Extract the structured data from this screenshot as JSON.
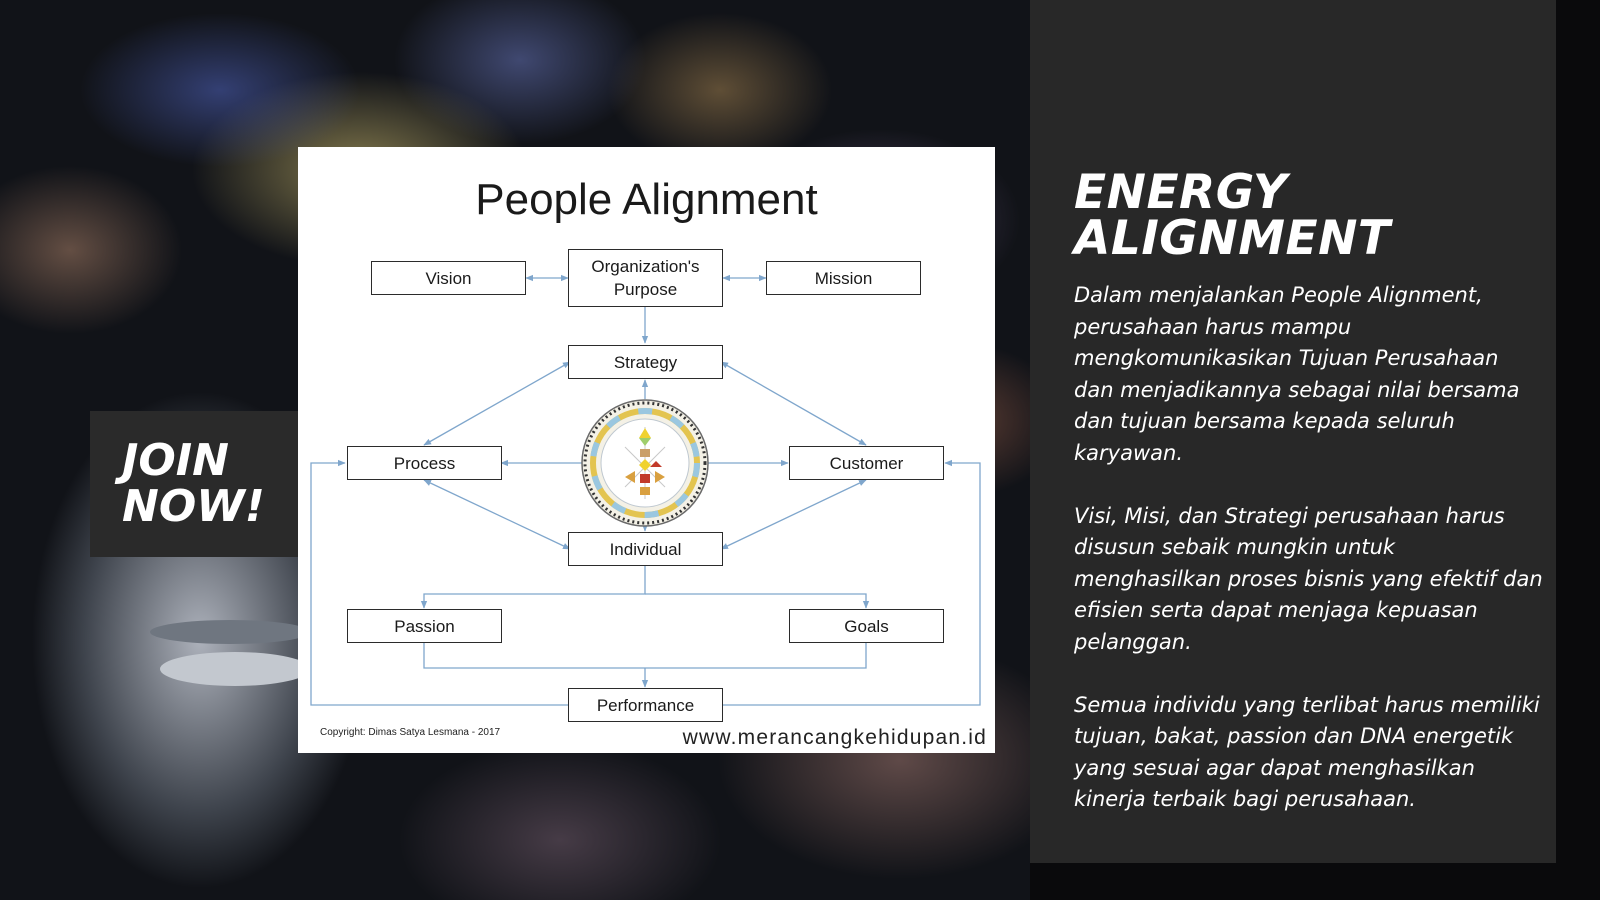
{
  "side_panel": {
    "title": "ENERGY\nALIGNMENT",
    "paragraphs": [
      "Dalam menjalankan People Alignment, perusahaan harus mampu mengkomunikasikan Tujuan Perusahaan dan menjadikannya sebagai nilai bersama dan tujuan bersama kepada seluruh karyawan.",
      "Visi, Misi, dan Strategi perusahaan harus disusun sebaik mungkin untuk menghasilkan proses bisnis yang efektif dan efisien serta dapat menjaga kepuasan pelanggan.",
      "Semua individu yang terlibat harus memiliki tujuan, bakat, passion dan DNA energetik yang sesuai agar dapat menghasilkan kinerja terbaik bagi perusahaan."
    ]
  },
  "cta": {
    "label": "JOIN\nNOW!"
  },
  "diagram": {
    "title": "People Alignment",
    "nodes": {
      "vision": "Vision",
      "purpose": "Organization's\nPurpose",
      "mission": "Mission",
      "strategy": "Strategy",
      "process": "Process",
      "customer": "Customer",
      "individual": "Individual",
      "passion": "Passion",
      "goals": "Goals",
      "performance": "Performance"
    },
    "edges": [
      [
        "purpose",
        "vision"
      ],
      [
        "purpose",
        "mission"
      ],
      [
        "purpose",
        "strategy"
      ],
      [
        "strategy",
        "process"
      ],
      [
        "strategy",
        "customer"
      ],
      [
        "process",
        "individual"
      ],
      [
        "customer",
        "individual"
      ],
      [
        "center",
        "process"
      ],
      [
        "center",
        "customer"
      ],
      [
        "center",
        "strategy"
      ],
      [
        "center",
        "individual"
      ],
      [
        "individual",
        "passion"
      ],
      [
        "individual",
        "goals"
      ],
      [
        "passion",
        "performance"
      ],
      [
        "goals",
        "performance"
      ],
      [
        "performance",
        "process"
      ],
      [
        "performance",
        "customer"
      ]
    ],
    "line_color": "#7fa6cc",
    "copyright": "Copyright: Dimas Satya Lesmana - 2017",
    "website": "www.merancangkehidupan.id",
    "center_graphic": "bodygraph-mandala-icon"
  }
}
